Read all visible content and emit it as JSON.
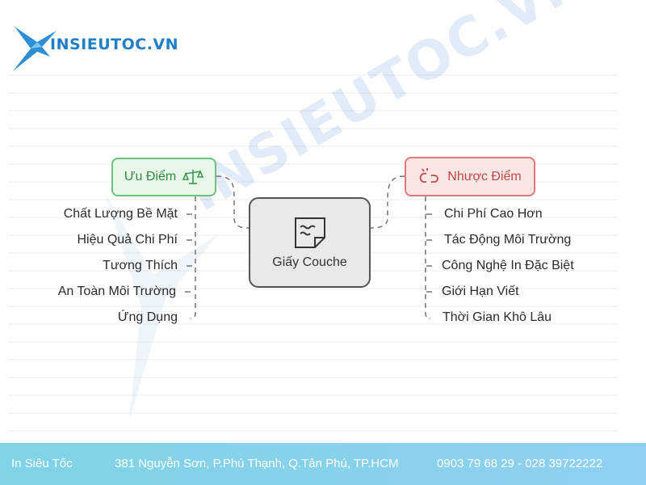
{
  "brand": {
    "name": "INSIEUTOC.VN",
    "watermark": "INSIEUTOC.VN"
  },
  "diagram": {
    "center": {
      "label": "Giấy Couche"
    },
    "pros": {
      "title": "Ưu Điểm",
      "items": [
        "Chất Lượng Bề Mặt",
        "Hiệu Quả Chi Phí",
        "Tương Thích",
        "An Toàn Môi Trường",
        "Ứng Dụng"
      ]
    },
    "cons": {
      "title": "Nhược Điểm",
      "items": [
        "Chi Phí Cao Hơn",
        "Tác Động Môi Trường",
        "Công Nghệ In Đặc Biệt",
        "Giới Hạn Viết",
        "Thời Gian Khô Lâu"
      ]
    }
  },
  "footer": {
    "company": "In Siêu Tốc",
    "address": "381 Nguyễn Sơn, P.Phú Thạnh, Q.Tân Phú, TP.HCM",
    "phones": "0903 79 68 29 - 028 39722222"
  },
  "colors": {
    "pros_accent": "#2e8a44",
    "cons_accent": "#c14848",
    "brand": "#1f7fc6",
    "footer_bg": "#8fd0f0"
  }
}
